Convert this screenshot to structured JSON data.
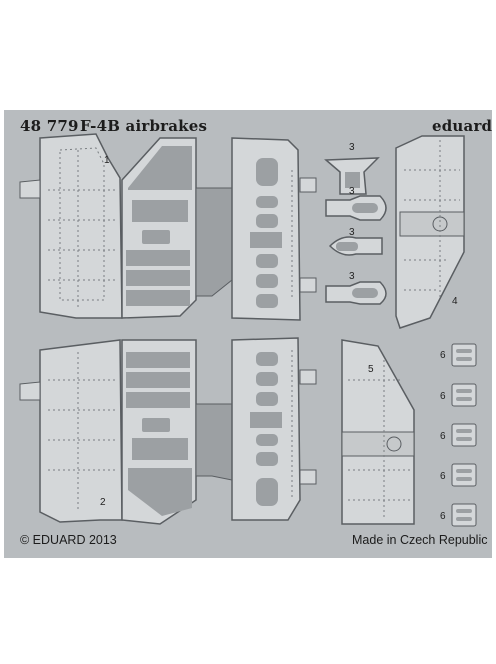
{
  "header": {
    "code": "48 779",
    "title": "F-4B airbrakes",
    "brand": "eduard"
  },
  "footer": {
    "copyright": "© EDUARD 2013",
    "origin": "Made in Czech Republic"
  },
  "part_numbers": {
    "p1": "1",
    "p2": "2",
    "p3a": "3",
    "p3b": "3",
    "p3c": "3",
    "p3d": "3",
    "p4": "4",
    "p5": "5",
    "p6a": "6",
    "p6b": "6",
    "p6c": "6",
    "p6d": "6",
    "p6e": "6"
  },
  "colors": {
    "background": "#b8bcbf",
    "metal": "#d4d7d9",
    "etched_panel": "#9ca0a3",
    "outline": "#5a5e62"
  }
}
